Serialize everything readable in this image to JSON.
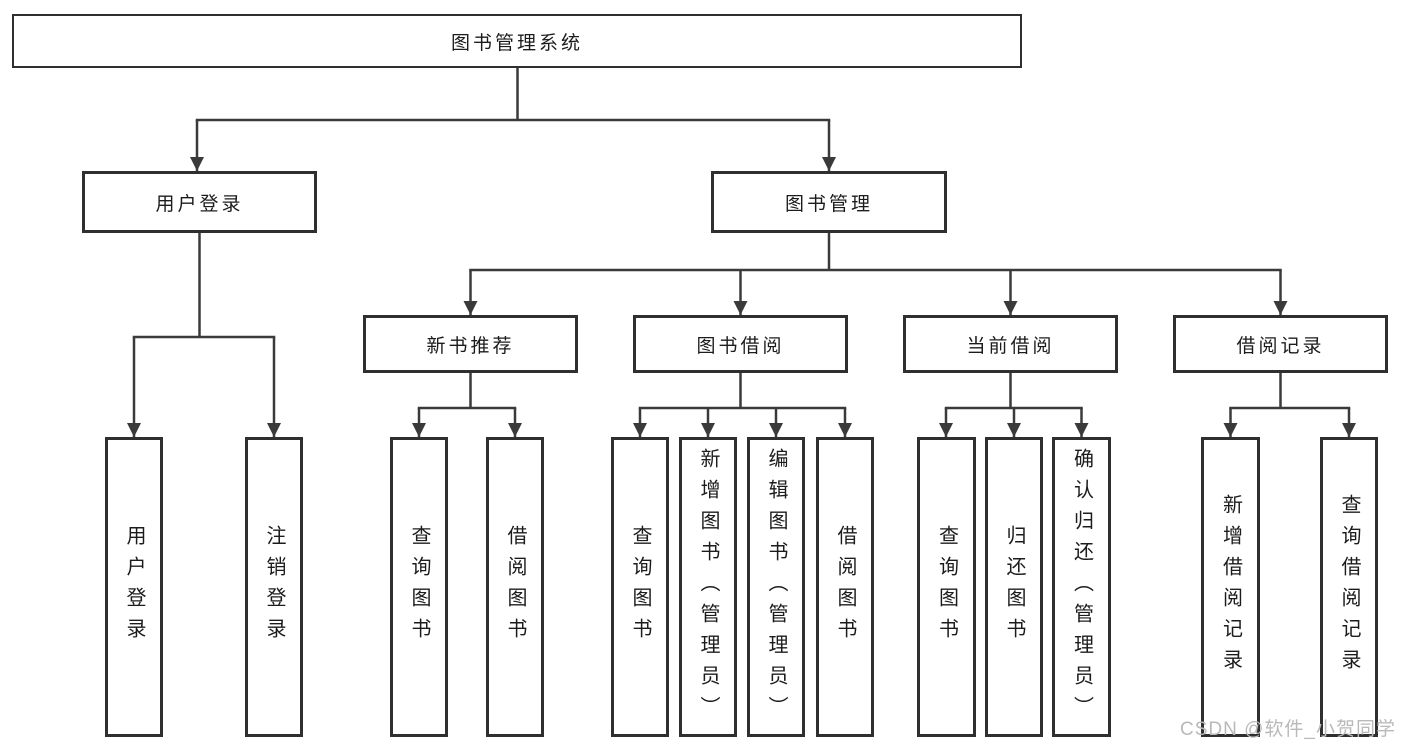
{
  "style": {
    "ink": "#2f2f2f",
    "line": "#3a3a3a",
    "text": "#1c1c1c",
    "watermark_color": "#b9b9b9",
    "background": "#ffffff"
  },
  "watermark": {
    "text": "CSDN @软件_小贺同学"
  },
  "tree": {
    "root": {
      "label": "图书管理系统",
      "children": [
        {
          "label": "用户登录",
          "children": [
            {
              "label": "用户登录"
            },
            {
              "label": "注销登录"
            }
          ]
        },
        {
          "label": "图书管理",
          "children": [
            {
              "label": "新书推荐",
              "children": [
                {
                  "label": "查询图书"
                },
                {
                  "label": "借阅图书"
                }
              ]
            },
            {
              "label": "图书借阅",
              "children": [
                {
                  "label": "查询图书"
                },
                {
                  "label": "新增图书（管理员）"
                },
                {
                  "label": "编辑图书（管理员）"
                },
                {
                  "label": "借阅图书"
                }
              ]
            },
            {
              "label": "当前借阅",
              "children": [
                {
                  "label": "查询图书"
                },
                {
                  "label": "归还图书"
                },
                {
                  "label": "确认归还（管理员）"
                }
              ]
            },
            {
              "label": "借阅记录",
              "children": [
                {
                  "label": "新增借阅记录"
                },
                {
                  "label": "查询借阅记录"
                }
              ]
            }
          ]
        }
      ]
    }
  }
}
